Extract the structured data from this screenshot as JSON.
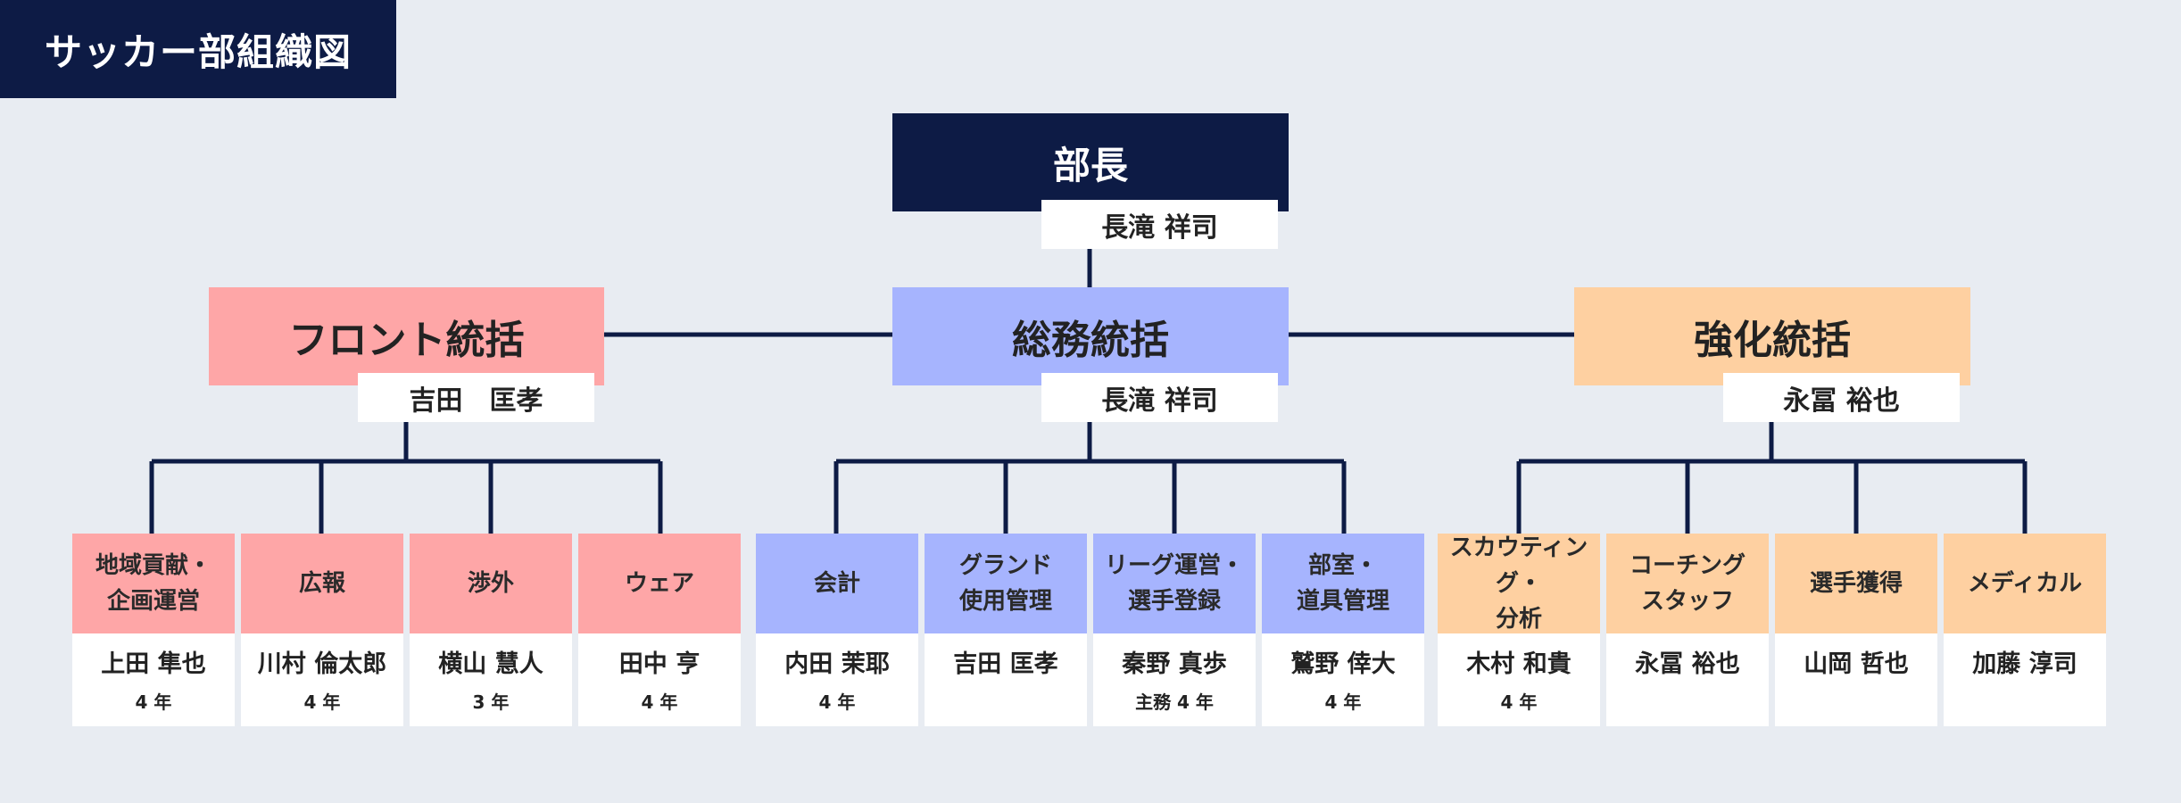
{
  "title": "サッカー部組織図",
  "colors": {
    "navy": "#0d1b45",
    "front": "#fea6a7",
    "general": "#a6b4fe",
    "strength": "#fed0a1",
    "background": "#e8ecf2"
  },
  "president": {
    "role": "部長",
    "name": "長滝 祥司"
  },
  "divisions": [
    {
      "key": "front",
      "role": "フロント統括",
      "name": "吉田　匡孝",
      "departments": [
        {
          "label": "地域貢献・\n企画運営",
          "name": "上田 隼也",
          "year": "4 年"
        },
        {
          "label": "広報",
          "name": "川村 倫太郎",
          "year": "4 年"
        },
        {
          "label": "渉外",
          "name": "横山 慧人",
          "year": "3 年"
        },
        {
          "label": "ウェア",
          "name": "田中 亨",
          "year": "4 年"
        }
      ]
    },
    {
      "key": "general",
      "role": "総務統括",
      "name": "長滝 祥司",
      "departments": [
        {
          "label": "会計",
          "name": "内田 茉耶",
          "year": "4 年"
        },
        {
          "label": "グランド\n使用管理",
          "name": "吉田 匡孝",
          "year": ""
        },
        {
          "label": "リーグ運営・\n選手登録",
          "name": "秦野 真歩",
          "year": "主務 4 年"
        },
        {
          "label": "部室・\n道具管理",
          "name": "鷲野 倖大",
          "year": "4 年"
        }
      ]
    },
    {
      "key": "strength",
      "role": "強化統括",
      "name": "永冨 裕也",
      "departments": [
        {
          "label": "スカウティング・\n分析",
          "name": "木村 和貴",
          "year": "4 年"
        },
        {
          "label": "コーチング\nスタッフ",
          "name": "永冨 裕也",
          "year": ""
        },
        {
          "label": "選手獲得",
          "name": "山岡 哲也",
          "year": ""
        },
        {
          "label": "メディカル",
          "name": "加藤 淳司",
          "year": ""
        }
      ]
    }
  ]
}
